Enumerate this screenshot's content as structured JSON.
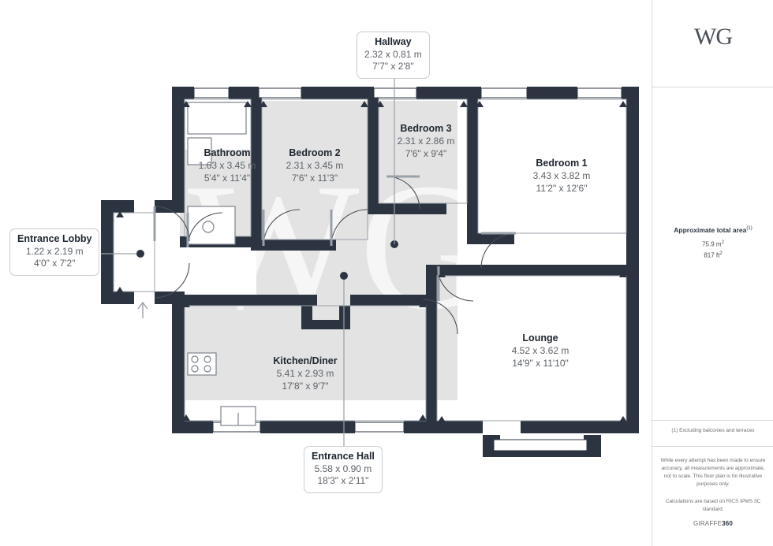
{
  "logo": {
    "text": "WG"
  },
  "watermark": {
    "text": "WG"
  },
  "rooms": [
    {
      "key": "hallway",
      "name": "Hallway",
      "metric": "2.32 x 0.81 m",
      "imperial": "7'7\" x 2'8\""
    },
    {
      "key": "bathroom",
      "name": "Bathroom",
      "metric": "1.63 x 3.45 m",
      "imperial": "5'4\" x 11'4\""
    },
    {
      "key": "bedroom2",
      "name": "Bedroom 2",
      "metric": "2.31 x 3.45 m",
      "imperial": "7'6\" x 11'3\""
    },
    {
      "key": "bedroom3",
      "name": "Bedroom 3",
      "metric": "2.31 x 2.86 m",
      "imperial": "7'6\" x 9'4\""
    },
    {
      "key": "bedroom1",
      "name": "Bedroom 1",
      "metric": "3.43 x 3.82 m",
      "imperial": "11'2\" x 12'6\""
    },
    {
      "key": "entrance_lobby",
      "name": "Entrance Lobby",
      "metric": "1.22 x 2.19 m",
      "imperial": "4'0\" x 7'2\""
    },
    {
      "key": "kitchen_diner",
      "name": "Kitchen/Diner",
      "metric": "5.41 x 2.93 m",
      "imperial": "17'8\" x 9'7\""
    },
    {
      "key": "lounge",
      "name": "Lounge",
      "metric": "4.52 x 3.62 m",
      "imperial": "14'9\" x 11'10\""
    },
    {
      "key": "entrance_hall",
      "name": "Entrance Hall",
      "metric": "5.58 x 0.90 m",
      "imperial": "18'3\" x 2'11\""
    }
  ],
  "sidebar": {
    "area_title": "Approximate total area",
    "area_title_sup": "(1)",
    "area_metric": "75.9 m",
    "area_metric_sup": "2",
    "area_imperial": "817 ft",
    "area_imperial_sup": "2",
    "footnote": "(1) Excluding balconies and terraces",
    "disclaimer": "While every attempt has been made to ensure accuracy, all measurements are approximate, not to scale. This floor plan is for illustrative purposes only.",
    "standard": "Calculations are based on RICS IPMS 3C standard.",
    "brand_prefix": "GIRAFFE",
    "brand_suffix": "360"
  },
  "colors": {
    "wall": "#2b3440",
    "room_fill": "#e3e3e3",
    "label_text": "#1d252f",
    "dim_text": "#5d6268",
    "border": "#c9ccd1"
  }
}
